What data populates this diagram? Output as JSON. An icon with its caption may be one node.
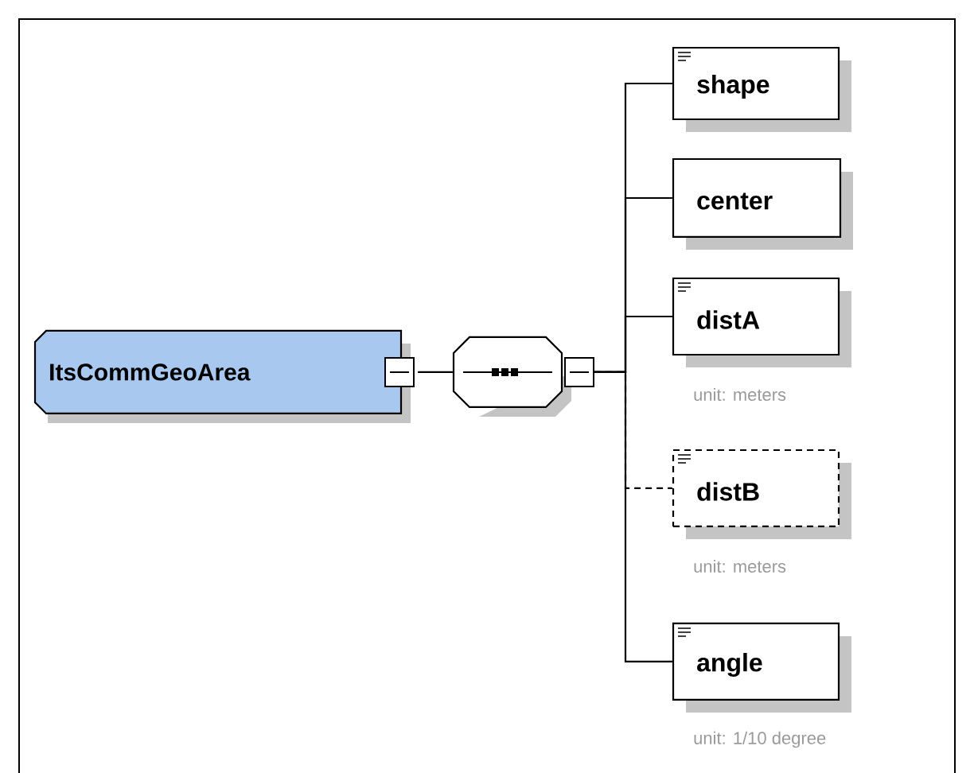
{
  "diagram": {
    "nodes": [
      {
        "text": [
          "ItsCommGeoArea"
        ]
      },
      {
        "text": [],
        "shape": "octagon"
      },
      {
        "text": [
          "shape"
        ]
      },
      {
        "text": [
          "center"
        ]
      },
      {
        "text": [
          "distA"
        ],
        "beside": [
          "unit: meters"
        ]
      },
      {
        "text": [
          "distB"
        ],
        "beside": [
          "unit: meters"
        ]
      },
      {
        "text": [
          "angle"
        ],
        "beside": [
          "unit: 1/10 degree"
        ]
      }
    ],
    "edges": [
      {
        "from": 0,
        "to": 1,
        "arrow": "none"
      },
      {
        "from": 1,
        "to": 2,
        "arrow": "none"
      },
      {
        "from": 1,
        "to": 3,
        "arrow": "none"
      },
      {
        "from": 1,
        "to": 4,
        "arrow": "none"
      },
      {
        "from": 1,
        "to": 5,
        "arrow": "none",
        "style": "dashed"
      },
      {
        "from": 1,
        "to": 6,
        "arrow": "none"
      }
    ]
  }
}
